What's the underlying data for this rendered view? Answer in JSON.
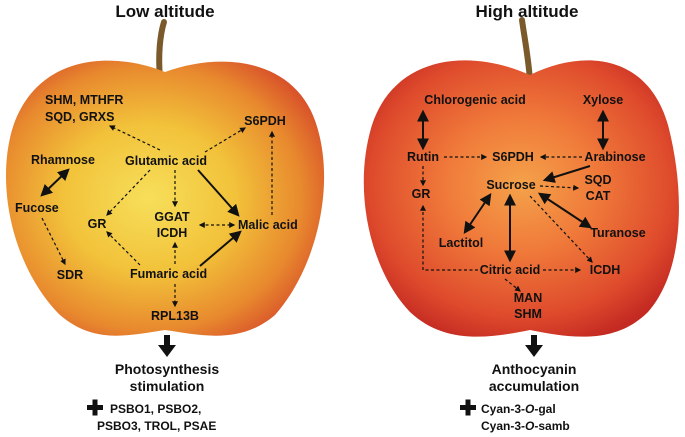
{
  "panels": {
    "low": {
      "title": "Low altitude",
      "nodes": {
        "shm_mthfr": "SHM, MTHFR",
        "sqd_grxs": "SQD, GRXS",
        "s6pdh": "S6PDH",
        "rhamnose": "Rhamnose",
        "glutamic": "Glutamic acid",
        "fucose": "Fucose",
        "gr": "GR",
        "ggat": "GGAT",
        "icdh": "ICDH",
        "malic": "Malic acid",
        "sdr": "SDR",
        "fumaric": "Fumaric acid",
        "rpl13b": "RPL13B"
      },
      "outcome_line1": "Photosynthesis",
      "outcome_line2": "stimulation",
      "genes_line1": "PSBO1, PSBO2,",
      "genes_line2": "PSBO3, TROL, PSAE"
    },
    "high": {
      "title": "High altitude",
      "nodes": {
        "chlorogenic": "Chlorogenic acid",
        "xylose": "Xylose",
        "rutin": "Rutin",
        "s6pdh": "S6PDH",
        "arabinose": "Arabinose",
        "gr": "GR",
        "sucrose": "Sucrose",
        "sqd": "SQD",
        "cat": "CAT",
        "lactitol": "Lactitol",
        "turanose": "Turanose",
        "citric": "Citric acid",
        "icdh": "ICDH",
        "man": "MAN",
        "shm": "SHM"
      },
      "outcome_line1": "Anthocyanin",
      "outcome_line2": "accumulation",
      "genes_line1_prefix": "Cyan-3-",
      "genes_line1_italic": "O",
      "genes_line1_suffix": "-gal",
      "genes_line2_prefix": "Cyan-3-",
      "genes_line2_italic": "O",
      "genes_line2_suffix": "-samb"
    }
  },
  "colors": {
    "apple_left_center": "#f2c23a",
    "apple_left_edge": "#d9542a",
    "apple_right_center": "#f07a3a",
    "apple_right_edge": "#c42a22",
    "stem": "#7a5a2a",
    "text": "#111111"
  }
}
